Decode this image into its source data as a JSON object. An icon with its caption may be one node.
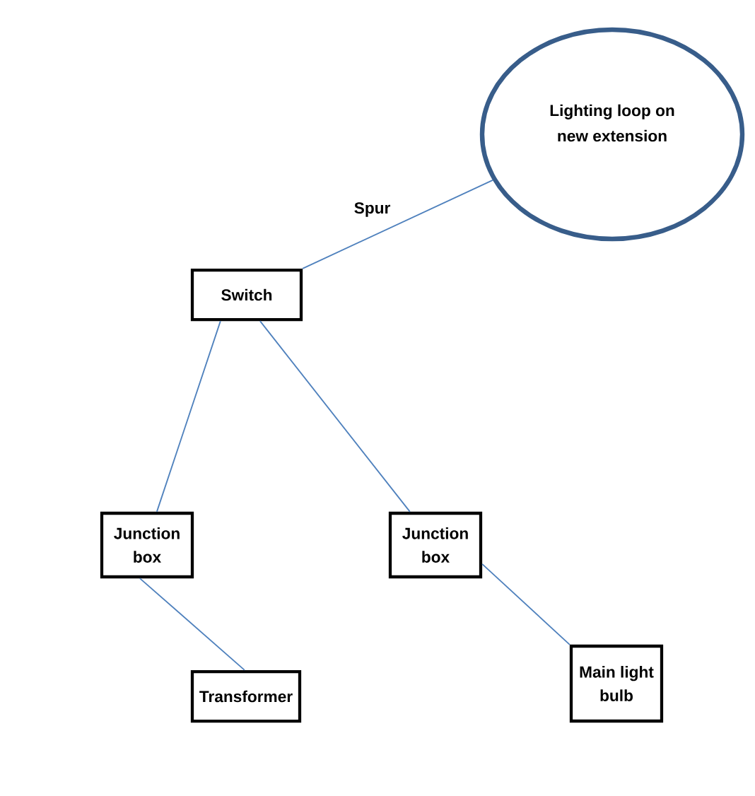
{
  "diagram": {
    "nodes": [
      {
        "text": [
          "Lighting loop on new extension"
        ]
      },
      {
        "text": [
          "Switch"
        ]
      },
      {
        "text": [
          "Junction box"
        ]
      },
      {
        "text": [
          "Junction box"
        ]
      },
      {
        "text": [
          "Transformer"
        ]
      },
      {
        "text": [
          "Main light bulb"
        ]
      }
    ],
    "edges": [
      {
        "from": 0,
        "to": 1,
        "arrow": "none",
        "label": "Spur"
      },
      {
        "from": 1,
        "to": 2,
        "arrow": "none"
      },
      {
        "from": 1,
        "to": 3,
        "arrow": "none"
      },
      {
        "from": 2,
        "to": 4,
        "arrow": "none"
      },
      {
        "from": 3,
        "to": 5,
        "arrow": "none"
      }
    ]
  }
}
